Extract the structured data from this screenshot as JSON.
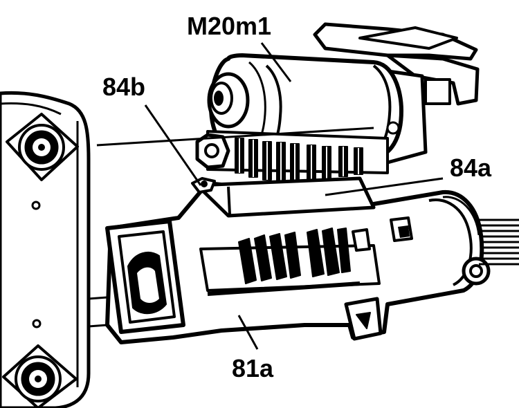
{
  "diagram": {
    "labels": {
      "motor": "M20m1",
      "part_84b": "84b",
      "part_84a": "84a",
      "part_81a": "81a"
    },
    "colors": {
      "ink": "#000000",
      "paper": "#ffffff"
    }
  }
}
